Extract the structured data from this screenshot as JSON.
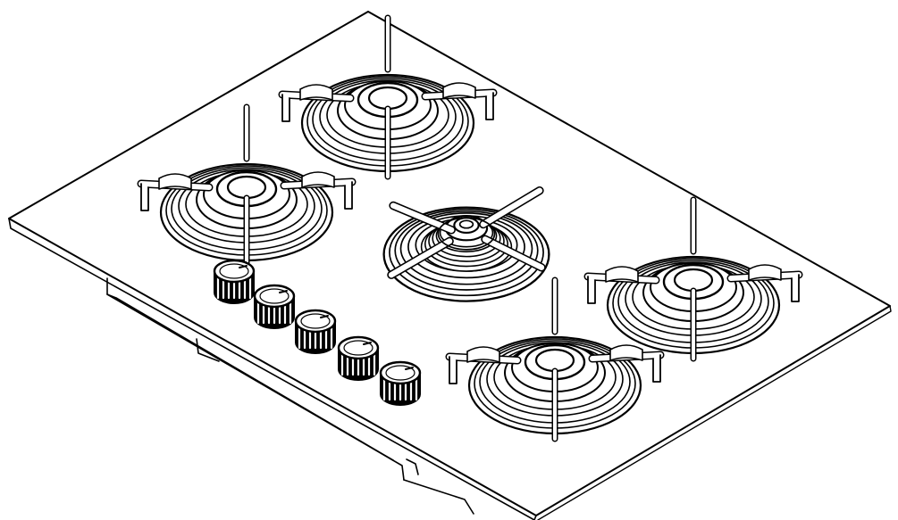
{
  "drawing": {
    "subject": "",
    "line_color": "#000000",
    "fill_color": "#ffffff",
    "burners": [
      {
        "id": "rear-center",
        "size": "medium"
      },
      {
        "id": "left",
        "size": "medium"
      },
      {
        "id": "center-wok",
        "size": "large"
      },
      {
        "id": "right",
        "size": "medium"
      },
      {
        "id": "front-center",
        "size": "medium"
      }
    ],
    "control_knobs": 5
  }
}
